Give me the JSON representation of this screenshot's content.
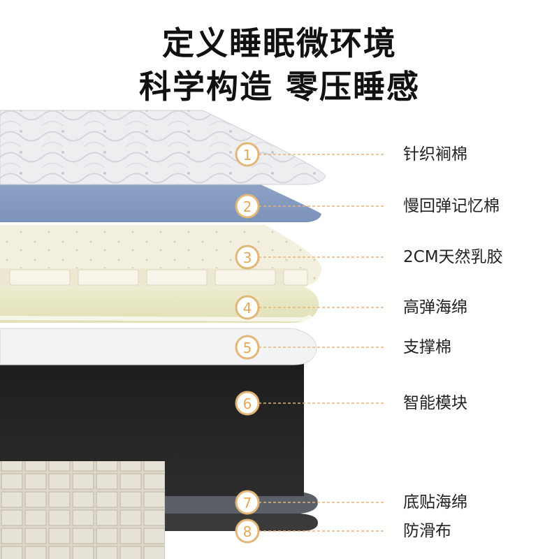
{
  "title": {
    "line1": "定义睡眠微环境",
    "line2": "科学构造 零压睡感"
  },
  "layers": [
    {
      "number": "1",
      "label": "针织裥棉"
    },
    {
      "number": "2",
      "label": "慢回弹记忆棉"
    },
    {
      "number": "3",
      "label": "2CM天然乳胶"
    },
    {
      "number": "4",
      "label": "高弹海绵"
    },
    {
      "number": "5",
      "label": "支撑棉"
    },
    {
      "number": "6",
      "label": "智能模块"
    },
    {
      "number": "7",
      "label": "底贴海绵"
    },
    {
      "number": "8",
      "label": "防滑布"
    }
  ],
  "colors": {
    "accent": "#e3b577",
    "badge_text": "#e3a85a"
  }
}
